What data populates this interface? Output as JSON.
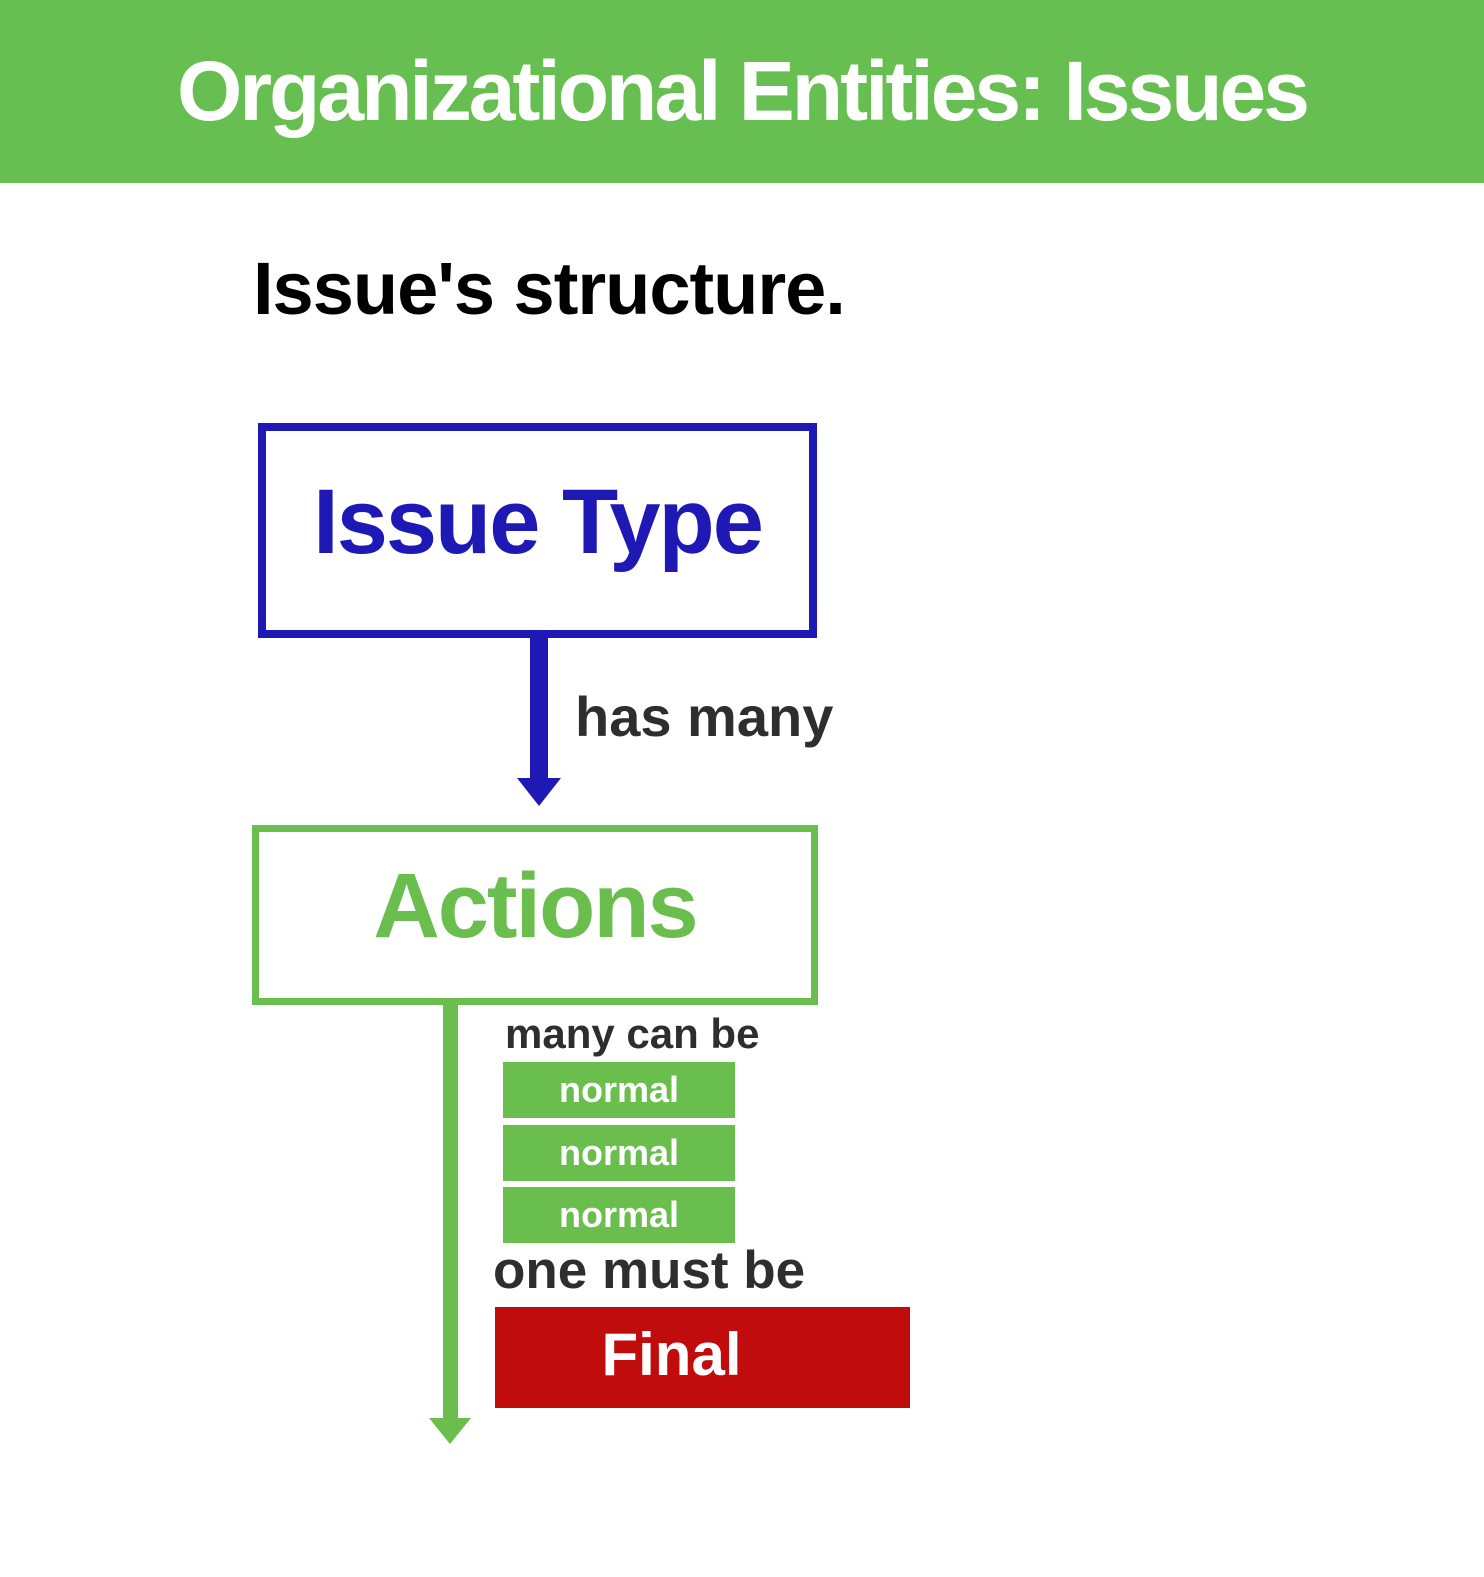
{
  "header": {
    "title": "Organizational Entities: Issues"
  },
  "subtitle": "Issue's structure.",
  "diagram": {
    "issue_type": {
      "label": "Issue Type"
    },
    "has_many_label": "has many",
    "actions": {
      "label": "Actions"
    },
    "many_can_be_label": "many can be",
    "normal_items": [
      "normal",
      "normal",
      "normal"
    ],
    "one_must_be_label": "one must be",
    "final": {
      "label": "Final"
    }
  },
  "colors": {
    "header_green": "#66BF50",
    "green": "#6ABE4D",
    "blue": "#1E18B4",
    "red": "#C00C0C",
    "dark_text": "#2E2E2E",
    "black_text": "#000000",
    "white": "#FFFFFF"
  }
}
